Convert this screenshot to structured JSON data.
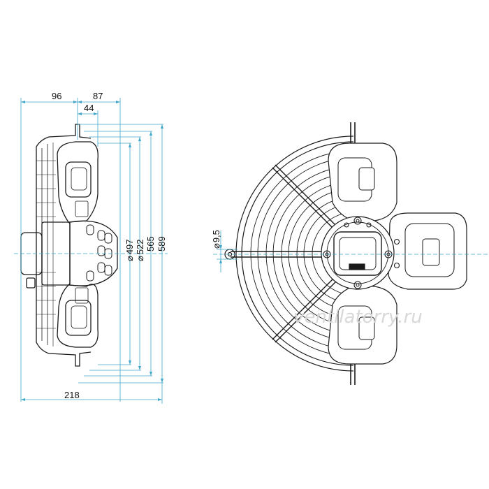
{
  "drawing": {
    "dimensions": {
      "d96": "96",
      "d87": "87",
      "d44": "44",
      "d218": "218",
      "d497": "497",
      "d522": "522",
      "d565": "565",
      "d589": "589",
      "d9_5": "9,5"
    },
    "diameter_symbol": "⌀",
    "watermark": "ventilatorry.ru",
    "colors": {
      "dimension_line": "#3fa6c8",
      "outline": "#1a1a1a",
      "grid_fill": "#ffffff"
    }
  }
}
